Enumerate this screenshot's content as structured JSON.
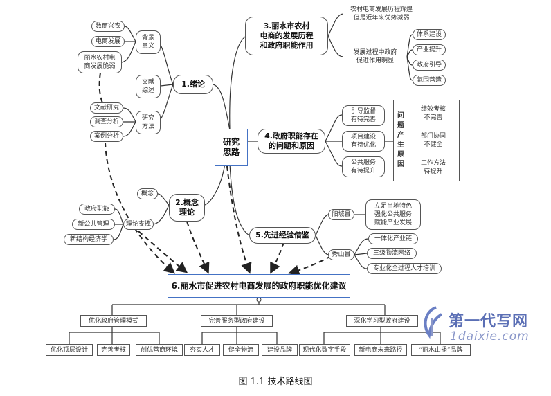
{
  "center": "研究\n思路",
  "branch1": {
    "title": "1.绪论",
    "sub": [
      {
        "label": "背景\n意义",
        "items": [
          "数商兴农",
          "电商发展",
          "丽水农村电\n商发展脆弱"
        ]
      },
      {
        "label": "文献\n综述",
        "items": []
      },
      {
        "label": "研究\n方法",
        "items": [
          "文献研究",
          "调查分析",
          "案例分析"
        ]
      }
    ]
  },
  "branch2": {
    "title": "2.概念\n理论",
    "concept": "概念",
    "theory": "理论支撑",
    "theories": [
      "政府职能",
      "新公共管理",
      "新结构经济学"
    ]
  },
  "branch3": {
    "title": "3.丽水市农村\n电商的发展历程\n和政府职能作用",
    "top": "农村电商发展历程辉煌\n但是近年来优势减弱",
    "mid": "发展过程中政府\n促进作用明显",
    "roles": [
      "体系建设",
      "产业提升",
      "政府引导",
      "氛围营造"
    ]
  },
  "branch4": {
    "title": "4.政府职能存在\n的问题和原因",
    "problems": [
      "引导监督\n有待完善",
      "项目建设\n有待优化",
      "公共服务\n有待提升"
    ],
    "cause_label": "问\n题\n产\n生\n原\n因",
    "causes": [
      "绩效考核\n不完善",
      "部门协同\n不健全",
      "工作方法\n待提升"
    ]
  },
  "branch5": {
    "title": "5.先进经验借鉴",
    "yangcheng": "阳城县",
    "yangcheng_detail": "立足当地特色\n强化公共服务\n赋能产业发展",
    "xiushan": "秀山县",
    "xiushan_items": [
      "一体化产业链",
      "三级物流网络",
      "专业化全过程人才培训"
    ]
  },
  "branch6": {
    "title": "6.丽水市促进农村电商发展的政府职能优化建议",
    "groups": [
      {
        "label": "优化政府管理模式",
        "items": [
          "优化顶层设计",
          "完善考核",
          "创优营商环境"
        ]
      },
      {
        "label": "完善服务型政府建设",
        "items": [
          "夯实人才",
          "健全物流",
          "建设品牌"
        ]
      },
      {
        "label": "深化学习型政府建设",
        "items": [
          "现代化数字手段",
          "新电商未来路径",
          "“丽水山播”品牌"
        ]
      }
    ]
  },
  "watermark": {
    "name": "第一代写网",
    "url": "1daixie.com"
  },
  "caption": "图 1.1  技术路线图"
}
